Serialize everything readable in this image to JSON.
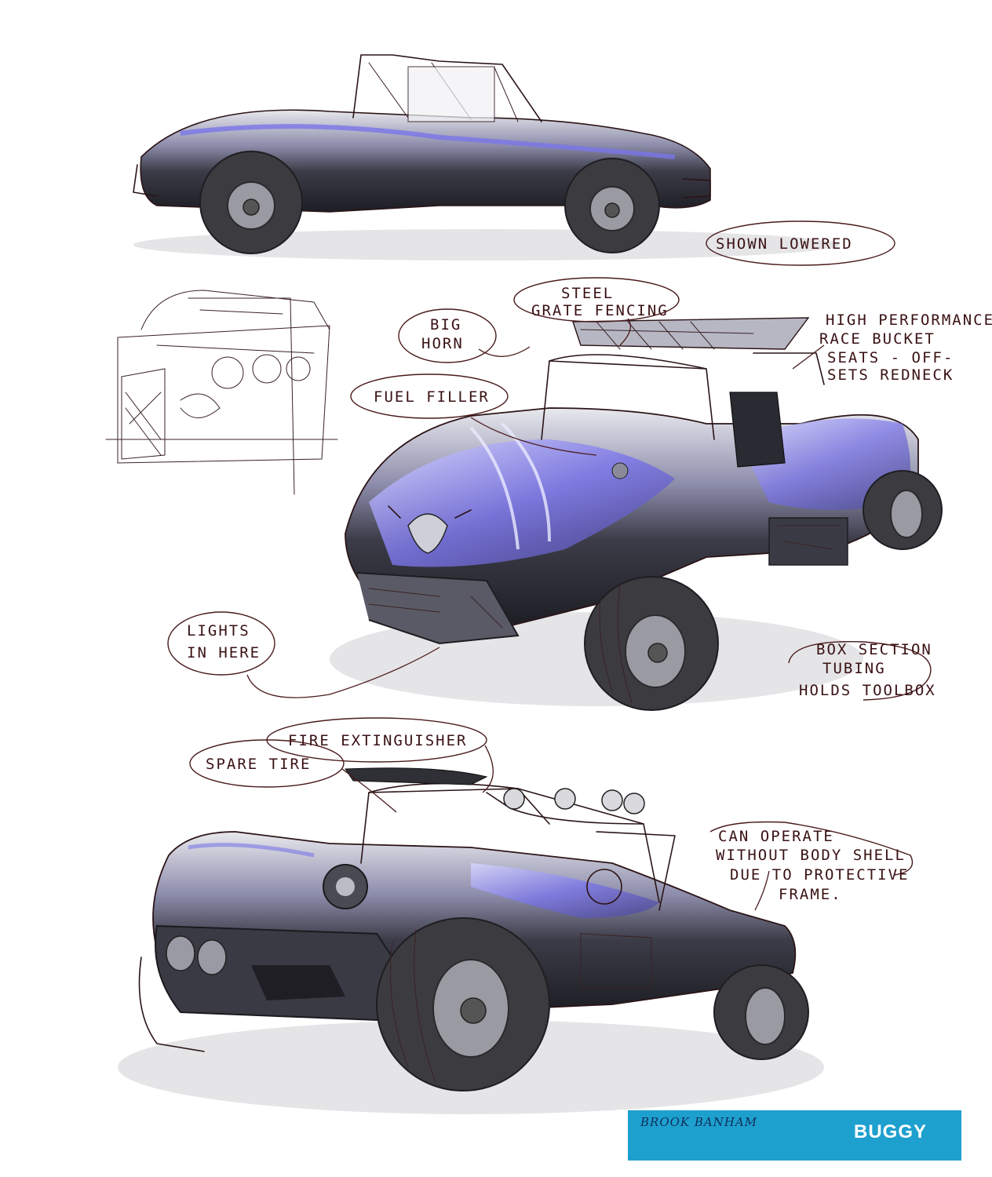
{
  "annotations": {
    "shown_lowered": "SHOWN LOWERED",
    "steel_grate": [
      "STEEL",
      "GRATE FENCING"
    ],
    "big_horn": [
      "BIG",
      "HORN"
    ],
    "race_seats": [
      "HIGH PERFORMANCE",
      "RACE BUCKET",
      "SEATS - OFF-",
      "SETS REDNECK"
    ],
    "fuel_filler": "FUEL FILLER",
    "lights": [
      "LIGHTS",
      "IN HERE"
    ],
    "box_section": [
      "BOX SECTION",
      "TUBING",
      "HOLDS TOOLBOX"
    ],
    "fire_ext": "FIRE EXTINGUISHER",
    "spare_tire": "SPARE TIRE",
    "can_operate": [
      "CAN OPERATE",
      "WITHOUT BODY SHELL",
      "DUE TO PROTECTIVE",
      "FRAME."
    ]
  },
  "title_block": {
    "signature": "BROOK BANHAM",
    "title": "BUGGY"
  },
  "colors": {
    "accent_blue": "#1ea0cf",
    "highlight_violet": "#7b76e8",
    "ink": "#3a1214"
  }
}
